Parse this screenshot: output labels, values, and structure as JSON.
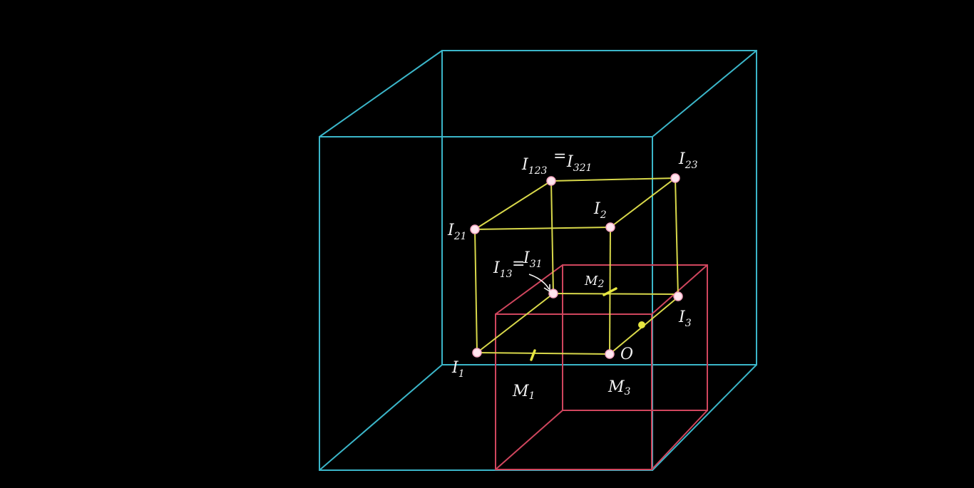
{
  "colors": {
    "background": "#000000",
    "outer_cube": "#3bb6c9",
    "inner_cube": "#d8d84a",
    "bottom_cube": "#d0465e",
    "vertex": "#ffe6ef",
    "tick": "#e6e640",
    "text": "#f2f2f2"
  },
  "labels": {
    "i123": {
      "base": "I",
      "sub": "123"
    },
    "eq1": "=",
    "i321": {
      "base": "I",
      "sub": "321"
    },
    "i23": {
      "base": "I",
      "sub": "23"
    },
    "i2": {
      "base": "I",
      "sub": "2"
    },
    "i21": {
      "base": "I",
      "sub": "21"
    },
    "i13": {
      "base": "I",
      "sub": "13"
    },
    "eq2": "=",
    "i31": {
      "base": "I",
      "sub": "31"
    },
    "i3": {
      "base": "I",
      "sub": "3"
    },
    "i1": {
      "base": "I",
      "sub": "1"
    },
    "origin": "O",
    "m1": {
      "base": "M",
      "sub": "1"
    },
    "m2": {
      "base": "M",
      "sub": "2"
    },
    "m3": {
      "base": "M",
      "sub": "3"
    }
  }
}
